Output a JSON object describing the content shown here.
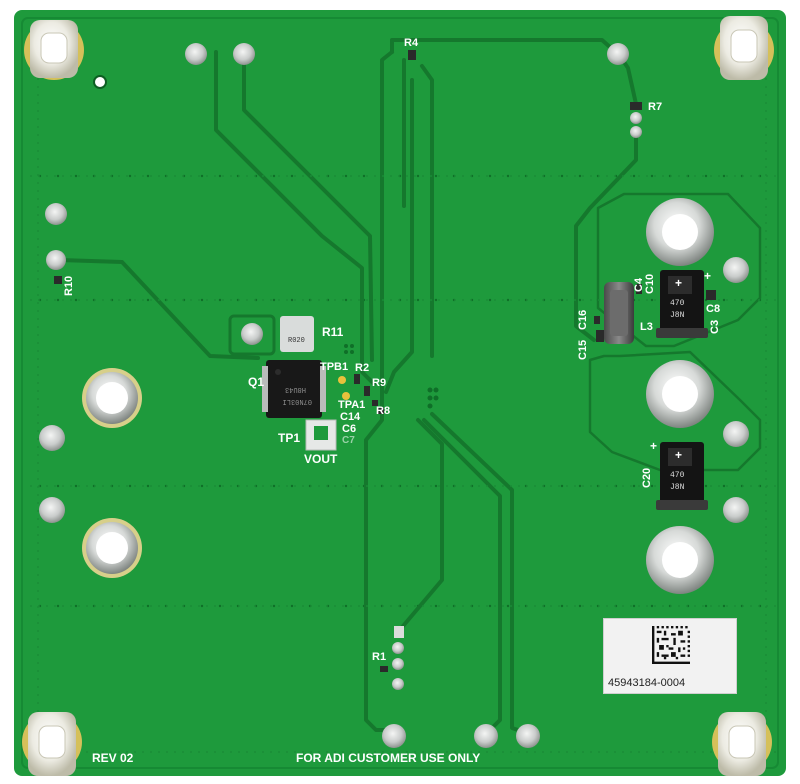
{
  "silkscreen": {
    "rev": "REV 02",
    "customer_use": "FOR ADI CUSTOMER USE ONLY",
    "r4": "R4",
    "r7": "R7",
    "r10": "R10",
    "r11": "R11",
    "q1": "Q1",
    "tpb1": "TPB1",
    "r2": "R2",
    "r9": "R9",
    "tpa1": "TPA1",
    "c14": "C14",
    "r8": "R8",
    "c6": "C6",
    "c7": "C7",
    "tp1": "TP1",
    "vout": "VOUT",
    "c4": "C4",
    "c10": "C10",
    "c8": "C8",
    "c3": "C3",
    "l3": "L3",
    "c16": "C16",
    "c15": "C15",
    "c20": "C20",
    "r1": "R1"
  },
  "components": {
    "cap_top_value": "470",
    "cap_top_code": "J8N",
    "cap_bottom_value": "470",
    "cap_bottom_code": "J8N",
    "cap_polarity": "+",
    "r11_marking": "R020",
    "q1_marking_1": "H8U43",
    "q1_marking_2": "07N03LI"
  },
  "sticker": {
    "serial": "45943184-0004"
  },
  "colors": {
    "board": "#1e9a3c",
    "trace": "#167a2e",
    "silk": "#ffffff",
    "pad": "#c8cbc9",
    "standoff": "#e8e6d8"
  }
}
